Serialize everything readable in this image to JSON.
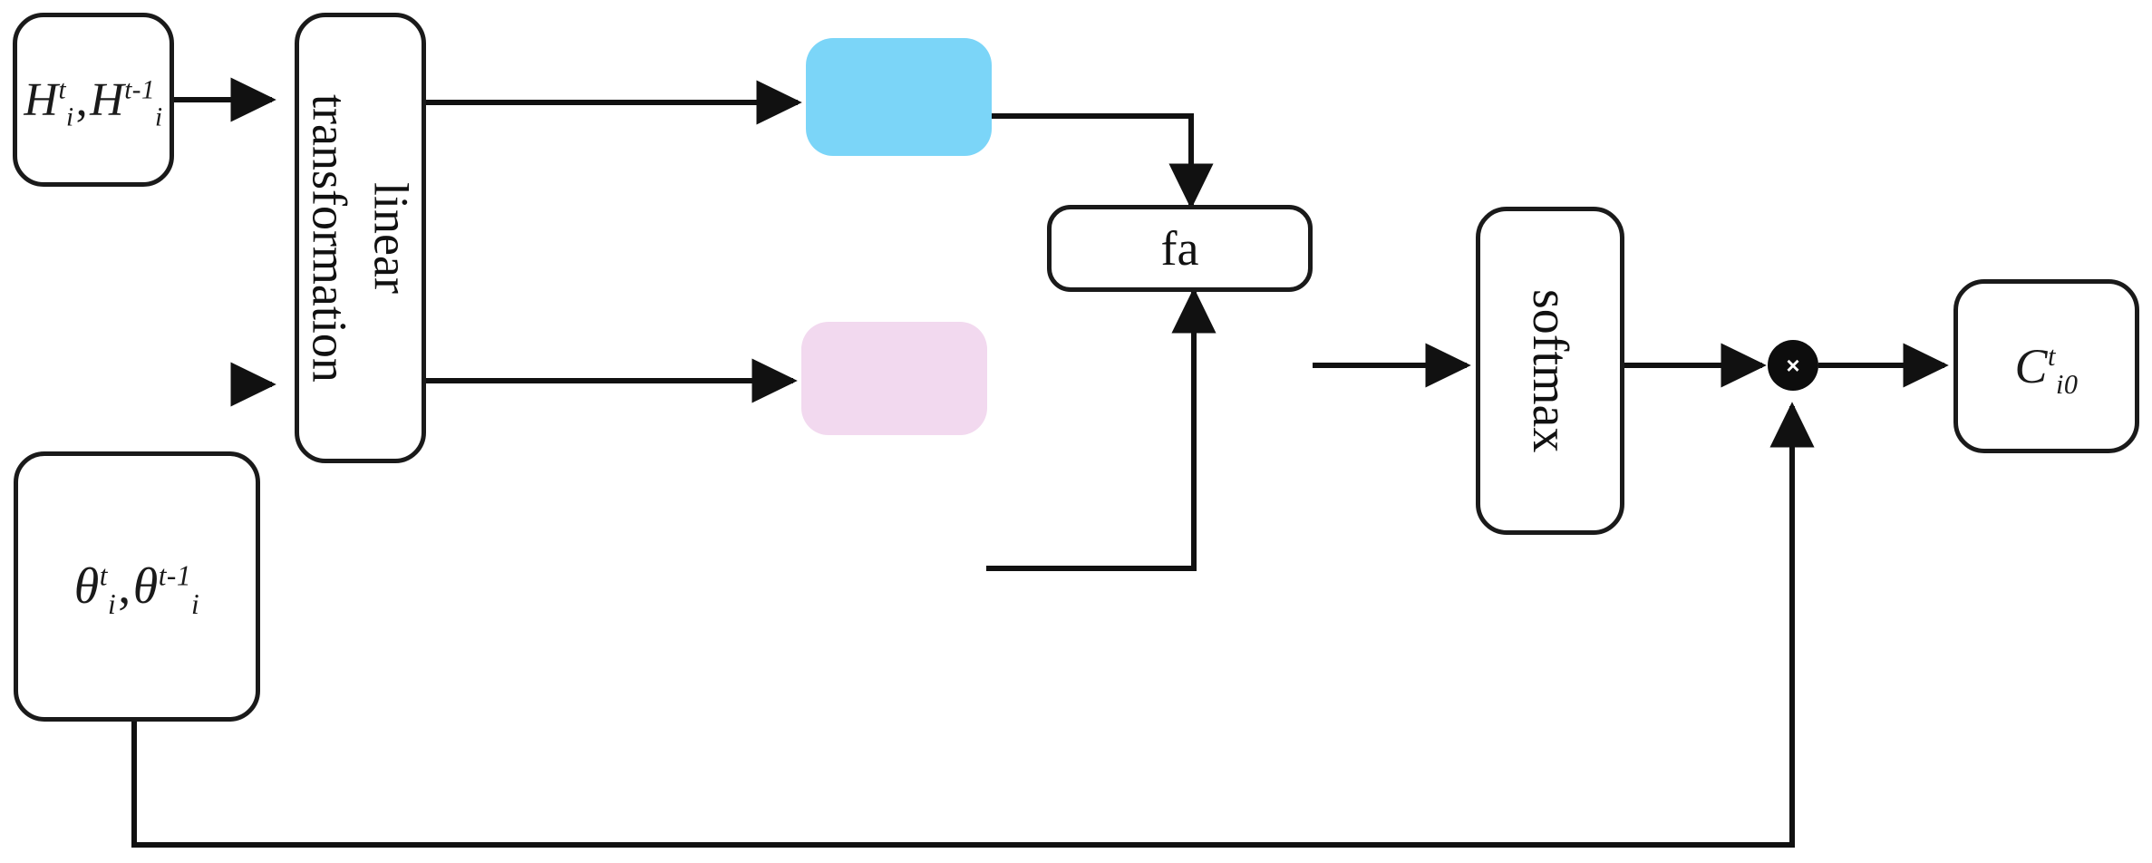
{
  "figure": {
    "title": "attention module block diagram",
    "background_color": "#ffffff",
    "stroke_color": "#1a1a1a"
  },
  "nodes": {
    "hidden_state_input": {
      "name": "hidden-state-input",
      "kind": "rounded-box",
      "symbol": {
        "first": {
          "base": "H",
          "sup": "t",
          "sub": "i"
        },
        "separator": ",",
        "second": {
          "base": "H",
          "sup": "t-1",
          "sub": "i"
        }
      }
    },
    "theta_input": {
      "name": "theta-input",
      "kind": "rounded-box",
      "symbol": {
        "first": {
          "base": "θ",
          "sup": "t",
          "sub": "i"
        },
        "separator": ",",
        "second": {
          "base": "θ",
          "sup": "t-1",
          "sub": "i"
        }
      }
    },
    "linear_transformation": {
      "name": "linear-transformation",
      "kind": "rounded-box",
      "line1": "linear",
      "line2": "transformation",
      "orientation": "vertical"
    },
    "blue_feature": {
      "name": "blue-feature-block",
      "kind": "filled-box",
      "label": "",
      "color": "#7bd5f8"
    },
    "pink_feature": {
      "name": "pink-feature-block",
      "kind": "filled-box",
      "label": "",
      "color": "#f2d9ef"
    },
    "fa": {
      "name": "fa-function",
      "kind": "rounded-box",
      "label": "fa"
    },
    "softmax": {
      "name": "softmax",
      "kind": "rounded-box",
      "label": "softmax",
      "orientation": "vertical"
    },
    "multiply": {
      "name": "multiply-operator",
      "kind": "circle-operator",
      "glyph": "×"
    },
    "context_output": {
      "name": "context-output",
      "kind": "rounded-box",
      "symbol": {
        "base": "C",
        "sup": "t",
        "sub": "i0"
      }
    }
  },
  "edges": [
    {
      "name": "edge-hidden-to-linear",
      "from": "hidden_state_input",
      "to": "linear_transformation",
      "arrow": true
    },
    {
      "name": "edge-theta-to-linear",
      "from": "theta_input",
      "to": "linear_transformation",
      "arrow": true
    },
    {
      "name": "edge-linear-to-blue",
      "from": "linear_transformation",
      "to": "blue_feature",
      "arrow": true
    },
    {
      "name": "edge-linear-to-pink",
      "from": "linear_transformation",
      "to": "pink_feature",
      "arrow": true
    },
    {
      "name": "edge-blue-to-fa",
      "from": "blue_feature",
      "to": "fa",
      "arrow": true
    },
    {
      "name": "edge-pink-to-fa",
      "from": "pink_feature",
      "to": "fa",
      "arrow": true
    },
    {
      "name": "edge-fa-to-softmax",
      "from": "fa",
      "to": "softmax",
      "arrow": true
    },
    {
      "name": "edge-softmax-to-multiply",
      "from": "softmax",
      "to": "multiply",
      "arrow": true
    },
    {
      "name": "edge-theta-feedback-to-multiply",
      "from": "theta_input",
      "to": "multiply",
      "arrow": true
    },
    {
      "name": "edge-multiply-to-output",
      "from": "multiply",
      "to": "context_output",
      "arrow": true
    }
  ]
}
